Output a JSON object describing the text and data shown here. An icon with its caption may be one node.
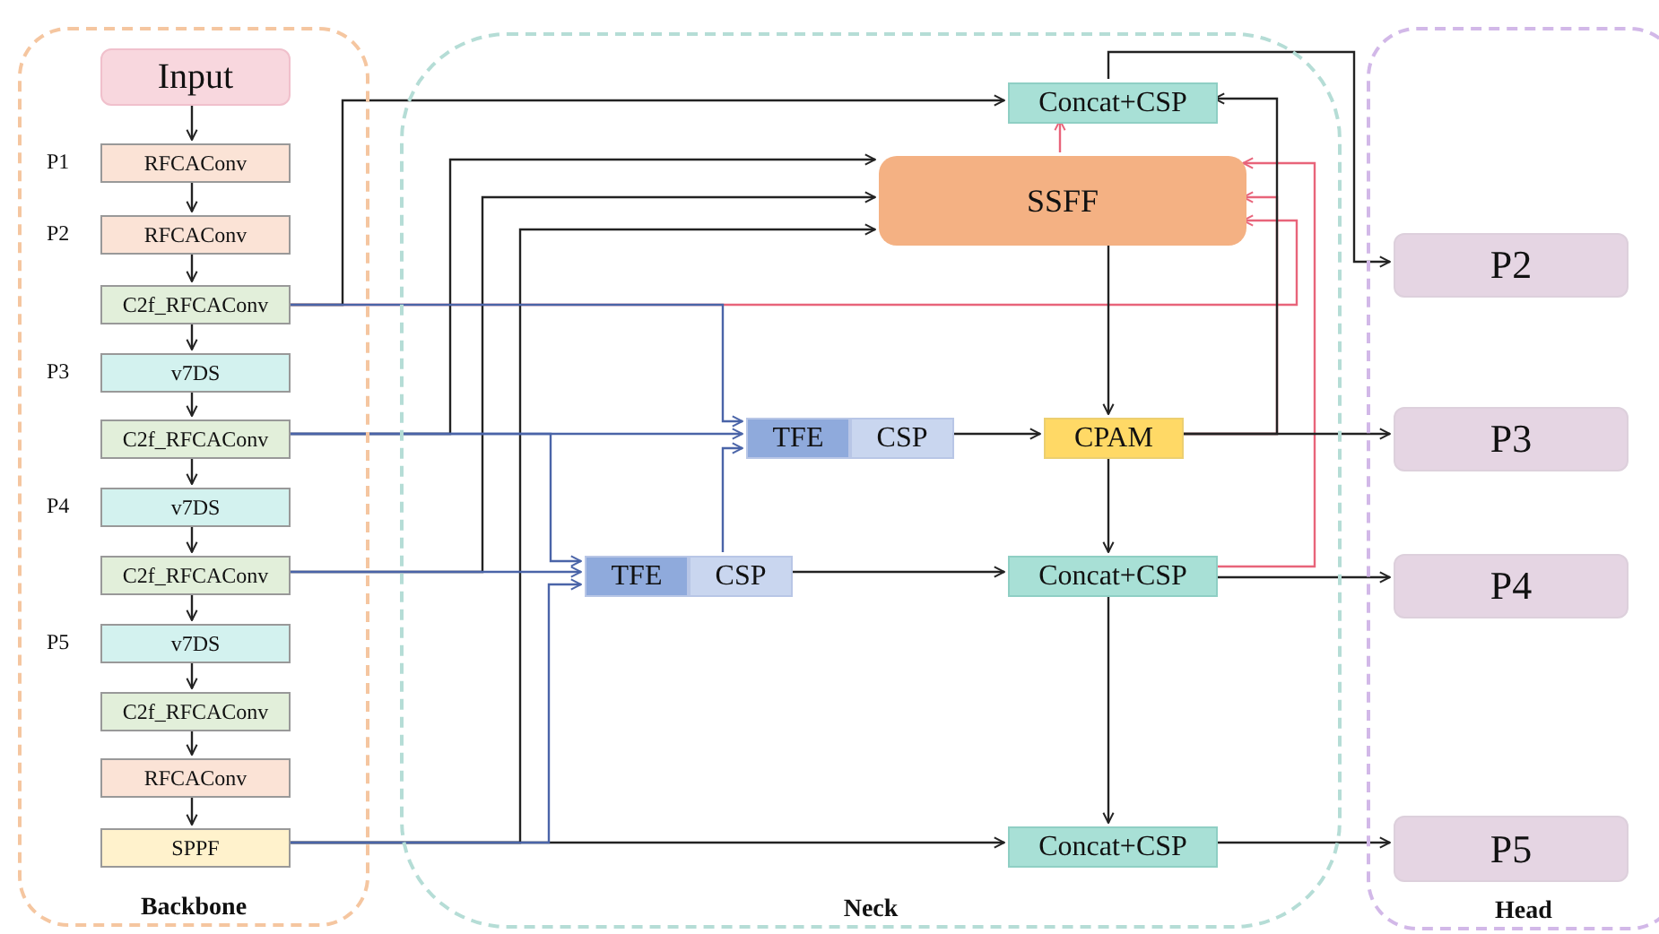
{
  "diagram": {
    "nodes": [
      {
        "text": [
          "Backbone"
        ]
      },
      {
        "text": [
          "Input"
        ],
        "in": 0
      },
      {
        "text": [
          "RFCAConv"
        ],
        "in": 0,
        "beside": [
          "P1"
        ]
      },
      {
        "text": [
          "RFCAConv"
        ],
        "in": 0,
        "beside": [
          "P2"
        ]
      },
      {
        "text": [
          "C2f_RFCAConv"
        ],
        "in": 0
      },
      {
        "text": [
          "v7DS"
        ],
        "in": 0,
        "beside": [
          "P3"
        ]
      },
      {
        "text": [
          "C2f_RFCAConv"
        ],
        "in": 0
      },
      {
        "text": [
          "v7DS"
        ],
        "in": 0,
        "beside": [
          "P4"
        ]
      },
      {
        "text": [
          "C2f_RFCAConv"
        ],
        "in": 0
      },
      {
        "text": [
          "v7DS"
        ],
        "in": 0,
        "beside": [
          "P5"
        ]
      },
      {
        "text": [
          "C2f_RFCAConv"
        ],
        "in": 0
      },
      {
        "text": [
          "RFCAConv"
        ],
        "in": 0
      },
      {
        "text": [
          "SPPF"
        ],
        "in": 0
      },
      {
        "text": [
          "Neck"
        ]
      },
      {
        "text": [
          "Concat+CSP"
        ],
        "in": 13
      },
      {
        "text": [
          "SSFF"
        ],
        "in": 13
      },
      {
        "text": [
          "TFE"
        ],
        "in": 13
      },
      {
        "text": [
          "CSP"
        ],
        "in": 13
      },
      {
        "text": [
          "CPAM"
        ],
        "in": 13
      },
      {
        "text": [
          "TFE"
        ],
        "in": 13
      },
      {
        "text": [
          "CSP"
        ],
        "in": 13
      },
      {
        "text": [
          "Concat+CSP"
        ],
        "in": 13
      },
      {
        "text": [
          "Concat+CSP"
        ],
        "in": 13
      },
      {
        "text": [
          "Head"
        ]
      },
      {
        "text": [
          "P2"
        ],
        "in": 23
      },
      {
        "text": [
          "P3"
        ],
        "in": 23
      },
      {
        "text": [
          "P4"
        ],
        "in": 23
      },
      {
        "text": [
          "P5"
        ],
        "in": 23
      }
    ],
    "edges": [
      {
        "from": 1,
        "to": 2,
        "arrow": "to"
      },
      {
        "from": 2,
        "to": 3,
        "arrow": "to"
      },
      {
        "from": 3,
        "to": 4,
        "arrow": "to"
      },
      {
        "from": 4,
        "to": 5,
        "arrow": "to"
      },
      {
        "from": 5,
        "to": 6,
        "arrow": "to"
      },
      {
        "from": 6,
        "to": 7,
        "arrow": "to"
      },
      {
        "from": 7,
        "to": 8,
        "arrow": "to"
      },
      {
        "from": 8,
        "to": 9,
        "arrow": "to"
      },
      {
        "from": 9,
        "to": 10,
        "arrow": "to"
      },
      {
        "from": 10,
        "to": 11,
        "arrow": "to"
      },
      {
        "from": 11,
        "to": 12,
        "arrow": "to"
      },
      {
        "from": 4,
        "to": 14,
        "arrow": "to"
      },
      {
        "from": 4,
        "to": 16,
        "arrow": "to",
        "color": "#4a64a8"
      },
      {
        "from": 4,
        "to": 15,
        "arrow": "to",
        "color": "#e8647a"
      },
      {
        "from": 6,
        "to": 15,
        "arrow": "to"
      },
      {
        "from": 8,
        "to": 15,
        "arrow": "to"
      },
      {
        "from": 12,
        "to": 15,
        "arrow": "to"
      },
      {
        "from": 6,
        "to": 16,
        "arrow": "to",
        "color": "#4a64a8"
      },
      {
        "from": 6,
        "to": 19,
        "arrow": "to",
        "color": "#4a64a8"
      },
      {
        "from": 8,
        "to": 19,
        "arrow": "to",
        "color": "#4a64a8"
      },
      {
        "from": 12,
        "to": 19,
        "arrow": "to",
        "color": "#4a64a8"
      },
      {
        "from": 20,
        "to": 16,
        "arrow": "to",
        "color": "#4a64a8"
      },
      {
        "from": 12,
        "to": 22,
        "arrow": "to"
      },
      {
        "from": 17,
        "to": 18,
        "arrow": "to"
      },
      {
        "from": 20,
        "to": 21,
        "arrow": "to"
      },
      {
        "from": 15,
        "to": 14,
        "arrow": "to",
        "color": "#e8647a"
      },
      {
        "from": 15,
        "to": 18,
        "arrow": "to"
      },
      {
        "from": 18,
        "to": 25,
        "arrow": "to"
      },
      {
        "from": 18,
        "to": 14,
        "arrow": "to"
      },
      {
        "from": 18,
        "to": 15,
        "arrow": "to",
        "color": "#e8647a"
      },
      {
        "from": 21,
        "to": 15,
        "arrow": "to",
        "color": "#e8647a"
      },
      {
        "from": 18,
        "to": 21,
        "arrow": "to"
      },
      {
        "from": 21,
        "to": 26,
        "arrow": "to"
      },
      {
        "from": 21,
        "to": 22,
        "arrow": "to"
      },
      {
        "from": 22,
        "to": 27,
        "arrow": "to"
      },
      {
        "from": 14,
        "to": 24,
        "arrow": "to"
      }
    ]
  }
}
